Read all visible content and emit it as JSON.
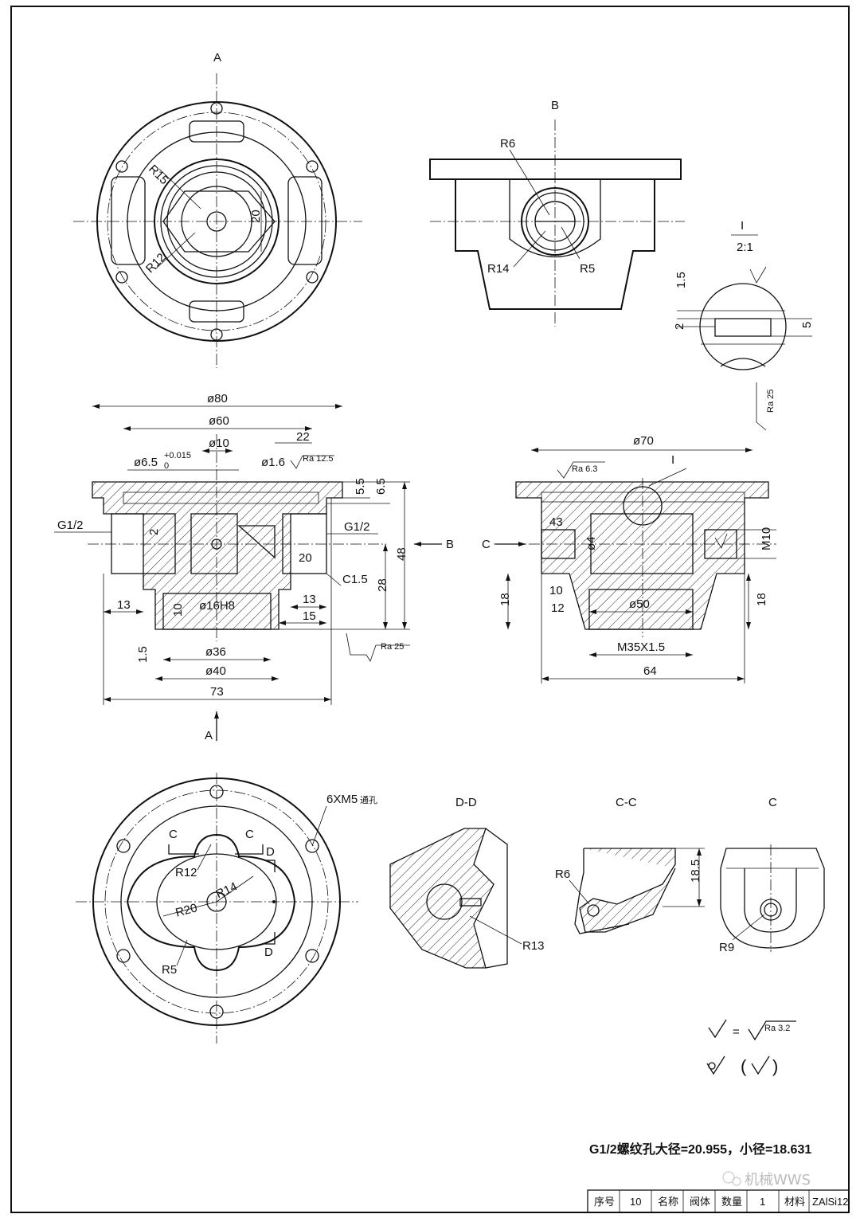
{
  "view_labels": {
    "top_view": "A",
    "side_view": "B",
    "detail_view": "I",
    "detail_scale": "2:1",
    "section_dd": "D-D",
    "section_cc": "C-C",
    "view_c": "C",
    "arrow_a": "A",
    "arrow_b": "B",
    "arrow_c": "C",
    "cut_c": "C",
    "cut_d": "D",
    "detail_callout": "I"
  },
  "dimensions": {
    "top_r15": "R15",
    "top_r12": "R12",
    "top_20": "20",
    "side_r6": "R6",
    "side_r14": "R14",
    "side_r5": "R5",
    "det_1_5": "1.5",
    "det_2": "2",
    "det_5": "5",
    "front_d80": "ø80",
    "front_d60": "ø60",
    "front_d10": "ø10",
    "front_22": "22",
    "front_d6_5": "ø6.5",
    "front_tol_upper": "+0.015",
    "front_tol_lower": "0",
    "front_d1_6": "ø1.6",
    "front_g12_left": "G1/2",
    "front_g12_right": "G1/2",
    "front_2": "2",
    "front_20": "20",
    "front_c1_5": "C1.5",
    "front_5_5": "5.5",
    "front_6_5": "6.5",
    "front_48": "48",
    "front_28": "28",
    "front_13_left": "13",
    "front_13_right": "13",
    "front_15": "15",
    "front_10": "10",
    "front_d16h8": "ø16H8",
    "front_1_5": "1.5",
    "front_d36": "ø36",
    "front_d40": "ø40",
    "front_73": "73",
    "sec_d70": "ø70",
    "sec_43": "43",
    "sec_d4": "ø4",
    "sec_m10": "M10",
    "sec_18_left": "18",
    "sec_18_right": "18",
    "sec_10": "10",
    "sec_12": "12",
    "sec_d50": "ø50",
    "sec_m35": "M35X1.5",
    "sec_64": "64",
    "bot_holes": "6XM5",
    "bot_holes_suffix": "通孔",
    "bot_r12": "R12",
    "bot_r14": "R14",
    "bot_r20": "R20",
    "bot_r5": "R5",
    "dd_r13": "R13",
    "cc_r6": "R6",
    "cc_18_5": "18.5",
    "c_r9": "R9"
  },
  "roughness": {
    "ra_12_5": "Ra 12.5",
    "ra_6_3": "Ra 6.3",
    "ra_25_front": "Ra 25",
    "ra_25_detail": "Ra 25",
    "ra_3_2": "Ra 3.2",
    "legend_eq": "=",
    "legend_paren_open": "(",
    "legend_paren_close": ")"
  },
  "note": "G1/2螺纹孔大径=20.955，小径=18.631",
  "watermark": "机械WWS",
  "title_block": {
    "seq_label": "序号",
    "seq_value": "10",
    "name_label": "名称",
    "name_value": "阀体",
    "qty_label": "数量",
    "qty_value": "1",
    "material_label": "材料",
    "material_value": "ZAlSi12"
  }
}
